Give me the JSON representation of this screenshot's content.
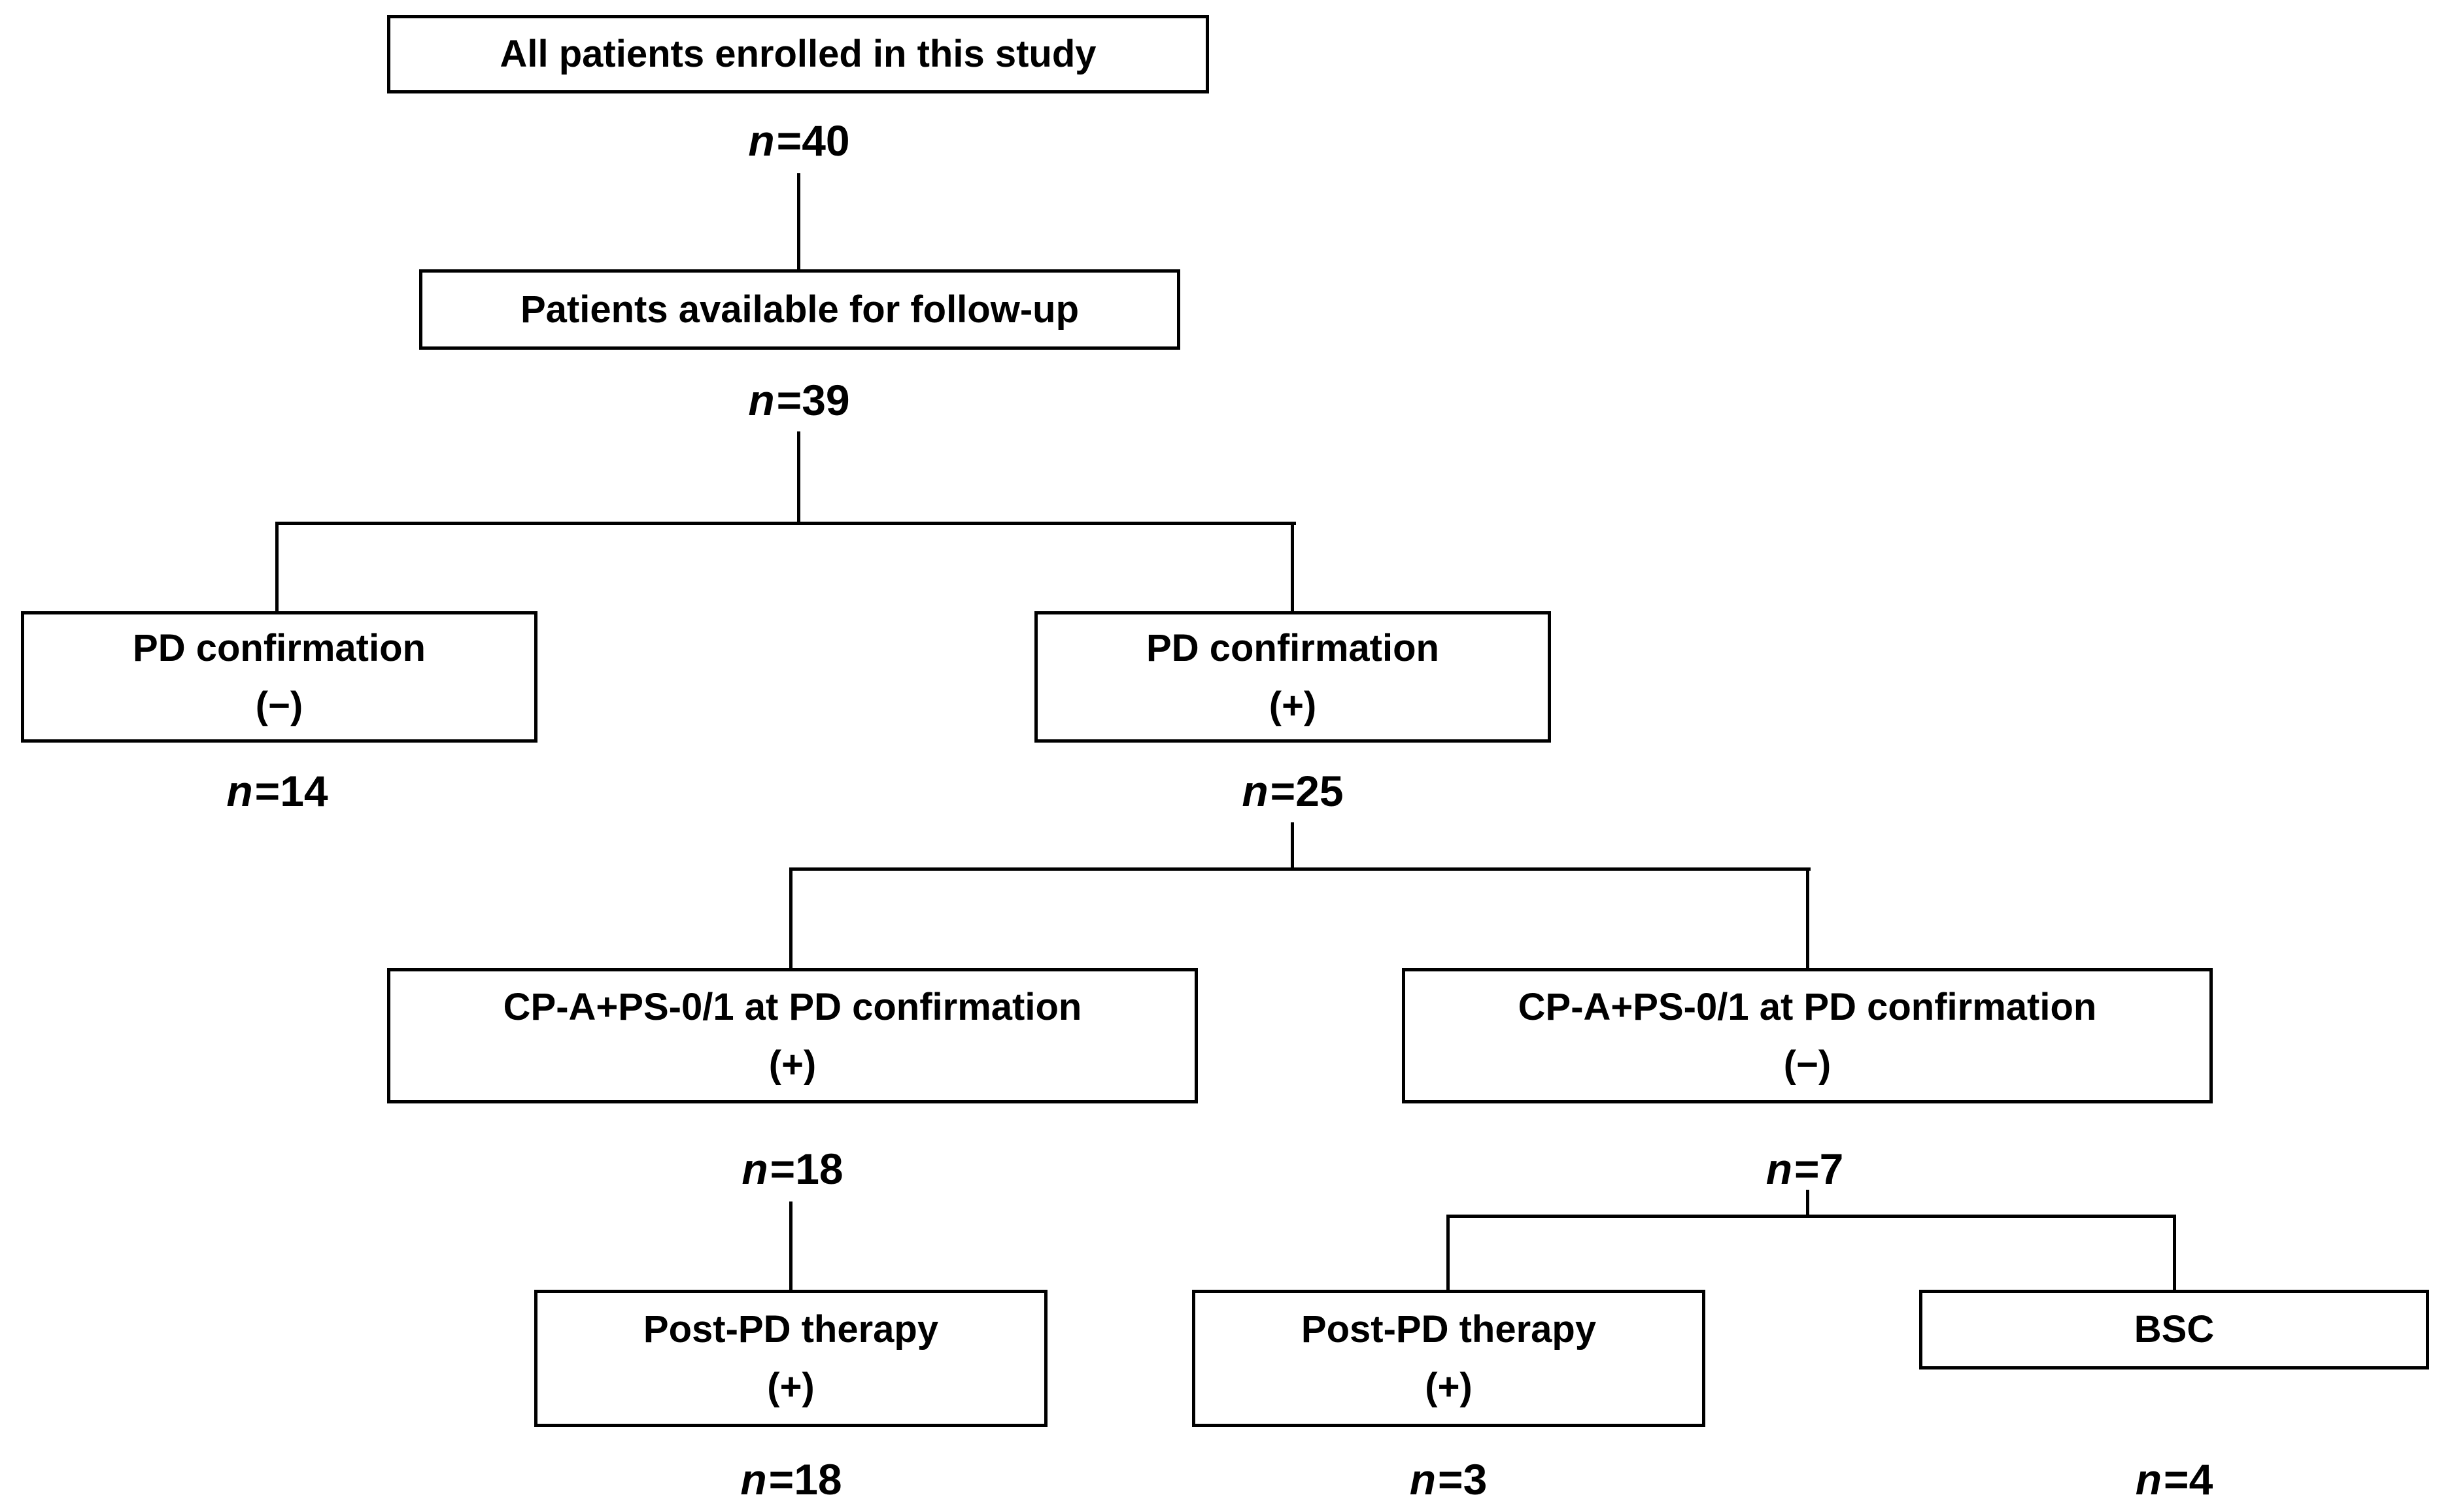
{
  "colors": {
    "background": "#ffffff",
    "box_border": "#000000",
    "connector": "#000000",
    "text": "#000000"
  },
  "flowchart": {
    "nodes": [
      {
        "id": "enrolled",
        "line1": "All patients enrolled in this study",
        "count_symbol": "n",
        "count_value": "=40"
      },
      {
        "id": "followup",
        "line1": "Patients available for follow-up",
        "count_symbol": "n",
        "count_value": "=39"
      },
      {
        "id": "pd-confirmation-neg",
        "line1": "PD confirmation",
        "line2": "(−)",
        "count_symbol": "n",
        "count_value": "=14"
      },
      {
        "id": "pd-confirmation-pos",
        "line1": "PD confirmation",
        "line2": "(+)",
        "count_symbol": "n",
        "count_value": "=25"
      },
      {
        "id": "cpa-ps-pos",
        "line1": "CP-A+PS-0/1 at PD confirmation",
        "line2": "(+)",
        "count_symbol": "n",
        "count_value": "=18"
      },
      {
        "id": "cpa-ps-neg",
        "line1": "CP-A+PS-0/1 at PD confirmation",
        "line2": "(−)",
        "count_symbol": "n",
        "count_value": "=7"
      },
      {
        "id": "post-pd-therapy-left",
        "line1": "Post-PD therapy",
        "line2": "(+)",
        "count_symbol": "n",
        "count_value": "=18"
      },
      {
        "id": "post-pd-therapy-mid",
        "line1": "Post-PD therapy",
        "line2": "(+)",
        "count_symbol": "n",
        "count_value": "=3"
      },
      {
        "id": "bsc",
        "line1": "BSC",
        "count_symbol": "n",
        "count_value": "=4"
      }
    ],
    "edges": [
      {
        "from": "enrolled",
        "to": "followup"
      },
      {
        "from": "followup",
        "to": "pd-confirmation-neg"
      },
      {
        "from": "followup",
        "to": "pd-confirmation-pos"
      },
      {
        "from": "pd-confirmation-pos",
        "to": "cpa-ps-pos"
      },
      {
        "from": "pd-confirmation-pos",
        "to": "cpa-ps-neg"
      },
      {
        "from": "cpa-ps-pos",
        "to": "post-pd-therapy-left"
      },
      {
        "from": "cpa-ps-neg",
        "to": "post-pd-therapy-mid"
      },
      {
        "from": "cpa-ps-neg",
        "to": "bsc"
      }
    ]
  }
}
